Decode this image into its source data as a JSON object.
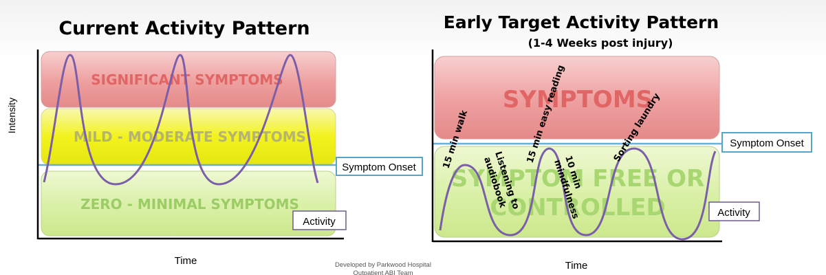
{
  "left_panel": {
    "title": "Current Activity Pattern",
    "bands": {
      "top": "SIGNIFICANT SYMPTOMS",
      "middle": "MILD - MODERATE SYMPTOMS",
      "bottom": "ZERO - MINIMAL SYMPTOMS"
    },
    "symptom_onset_label": "Symptom Onset",
    "activity_label": "Activity",
    "y_axis_label": "Intensity",
    "x_axis_label": "Time"
  },
  "right_panel": {
    "title": "Early Target Activity Pattern",
    "subtitle": "(1-4 Weeks post injury)",
    "bands": {
      "top": "SYMPTOMS",
      "bottom_line1": "SYMPTOM FREE OR",
      "bottom_line2": "CONTROLLED"
    },
    "symptom_onset_label": "Symptom Onset",
    "activity_label": "Activity",
    "x_axis_label": "Time",
    "activities": [
      {
        "lines": [
          "15 min walk"
        ]
      },
      {
        "lines": [
          "Listening to",
          "audiobook"
        ]
      },
      {
        "lines": [
          "15 min easy reading"
        ]
      },
      {
        "lines": [
          "10 min",
          "mindfulness"
        ]
      },
      {
        "lines": [
          "Sorting laundry"
        ]
      }
    ]
  },
  "footer": {
    "line1": "Developed by Parkwood Hospital",
    "line2": "Outpatient ABI Team"
  },
  "colors": {
    "band_red": "#f2a6a6",
    "band_yellow": "#f2f21e",
    "band_green": "#d8f0a0",
    "band_text_red": "#e06666",
    "band_text_yellow": "#b8b860",
    "band_text_green": "#9ccc66",
    "curve": "#7a5fa8",
    "onset_line": "#6aaed6",
    "label_border_blue": "#5aa3c4",
    "label_border_purple": "#6a5a8c"
  }
}
